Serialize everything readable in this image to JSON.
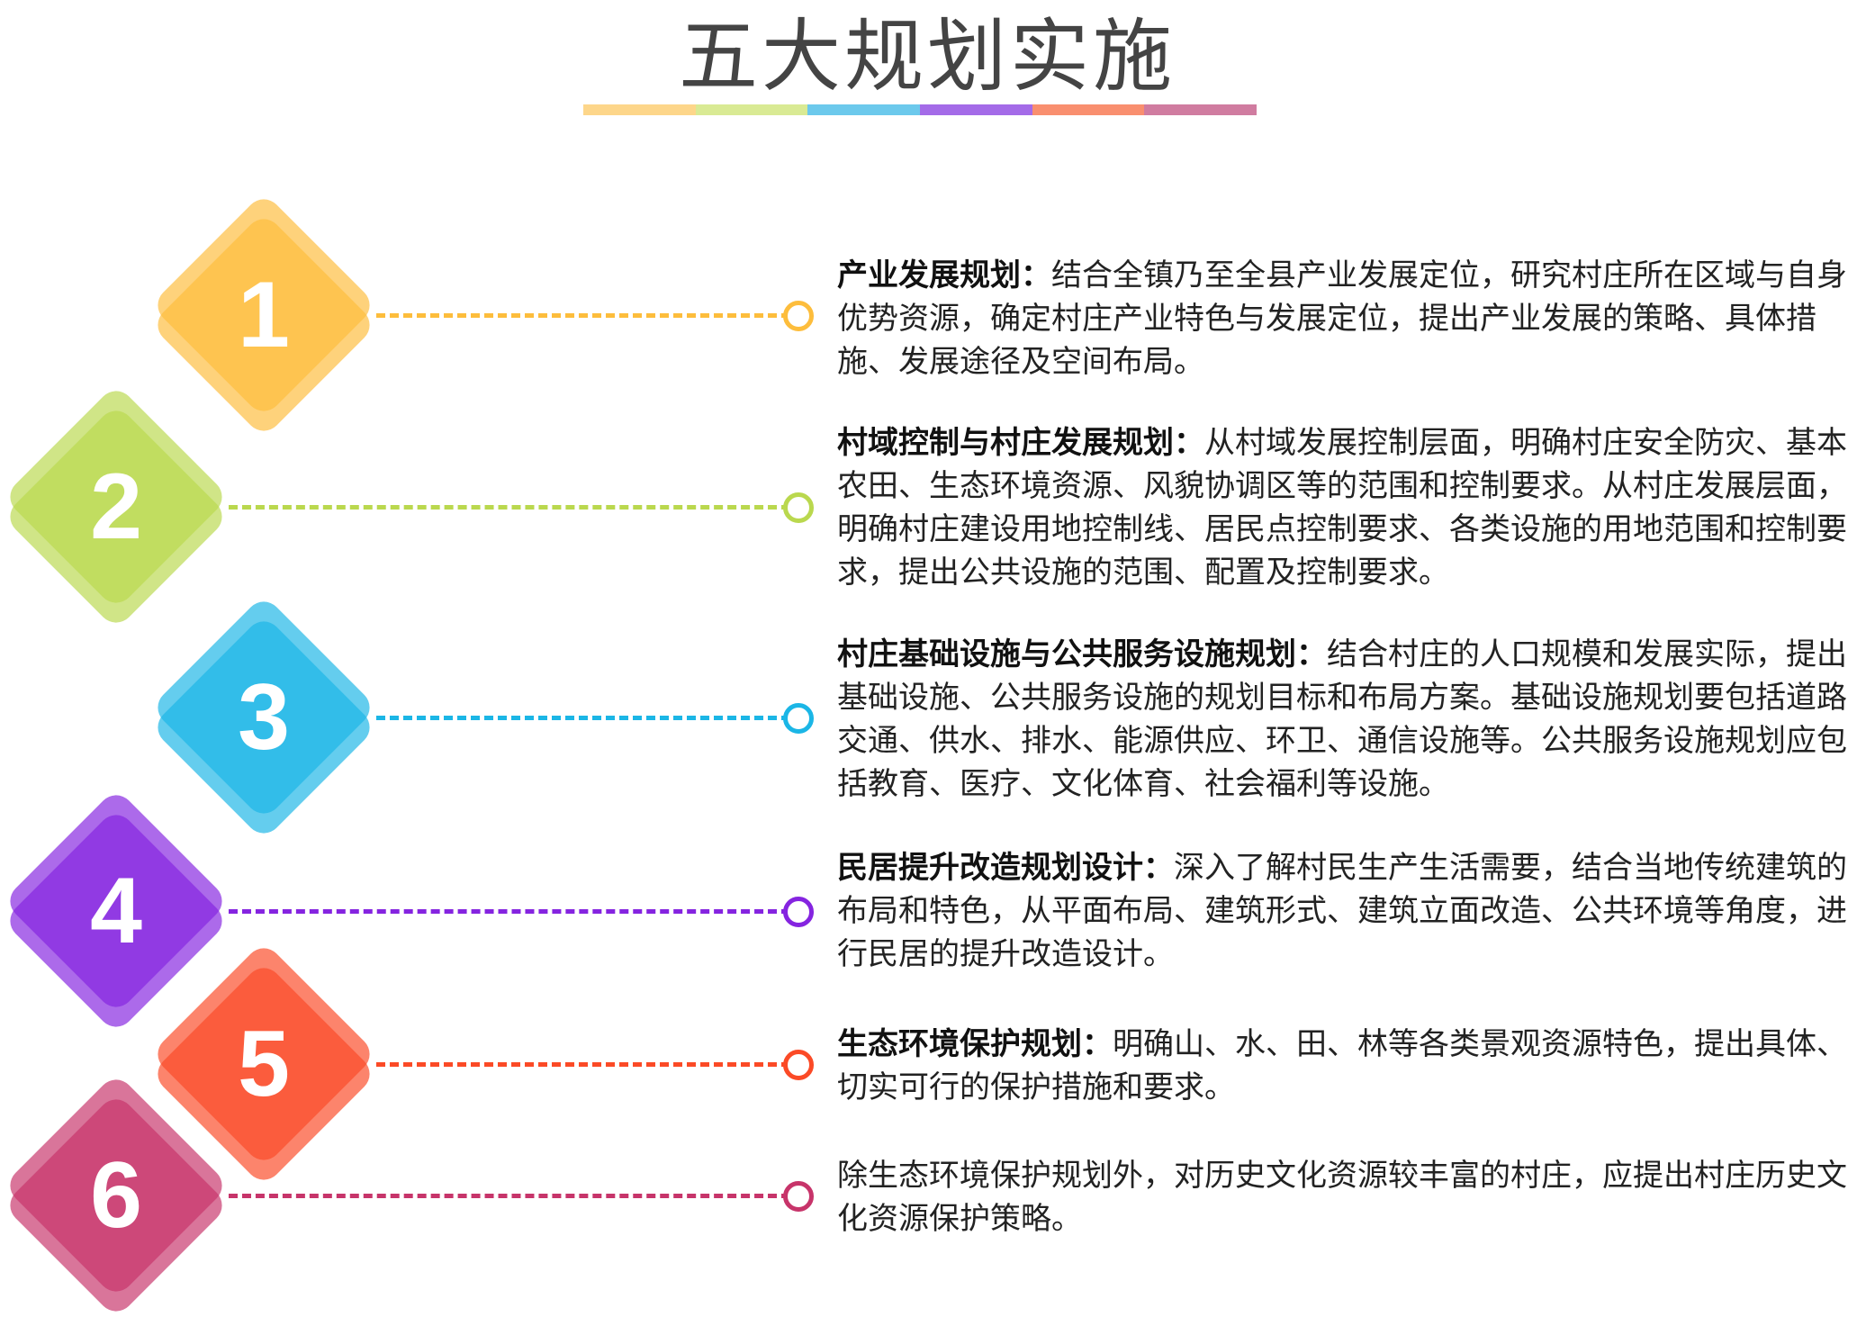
{
  "title": "五大规划实施",
  "underline_colors": [
    "#fdd68a",
    "#d9ea94",
    "#6cc9ec",
    "#a46be8",
    "#f98f6f",
    "#d07ca0"
  ],
  "items": [
    {
      "number": "1",
      "color": "#fdbd3c",
      "heading": "产业发展规划：",
      "text": "结合全镇乃至全县产业发展定位，研究村庄所在区域与自身优势资源，确定村庄产业特色与发展定位，提出产业发展的策略、具体措施、发展途径及空间布局。"
    },
    {
      "number": "2",
      "color": "#bad84e",
      "heading": "村域控制与村庄发展规划：",
      "text": "从村域发展控制层面，明确村庄安全防灾、基本农田、生态环境资源、风貌协调区等的范围和控制要求。从村庄发展层面，明确村庄建设用地控制线、居民点控制要求、各类设施的用地范围和控制要求，提出公共设施的范围、配置及控制要求。"
    },
    {
      "number": "3",
      "color": "#1bb6e6",
      "heading": "村庄基础设施与公共服务设施规划：",
      "text": "结合村庄的人口规模和发展实际，提出基础设施、公共服务设施的规划目标和布局方案。基础设施规划要包括道路交通、供水、排水、能源供应、环卫、通信设施等。公共服务设施规划应包括教育、医疗、文化体育、社会福利等设施。"
    },
    {
      "number": "4",
      "color": "#8524e0",
      "heading": "民居提升改造规划设计：",
      "text": "深入了解村民生产生活需要，结合当地传统建筑的布局和特色，从平面布局、建筑形式、建筑立面改造、公共环境等角度，进行民居的提升改造设计。"
    },
    {
      "number": "5",
      "color": "#fb4a26",
      "heading": "生态环境保护规划：",
      "text": "明确山、水、田、林等各类景观资源特色，提出具体、切实可行的保护措施和要求。"
    },
    {
      "number": "6",
      "color": "#c7346a",
      "heading": "",
      "text": "除生态环境保护规划外，对历史文化资源较丰富的村庄，应提出村庄历史文化资源保护策略。"
    }
  ]
}
